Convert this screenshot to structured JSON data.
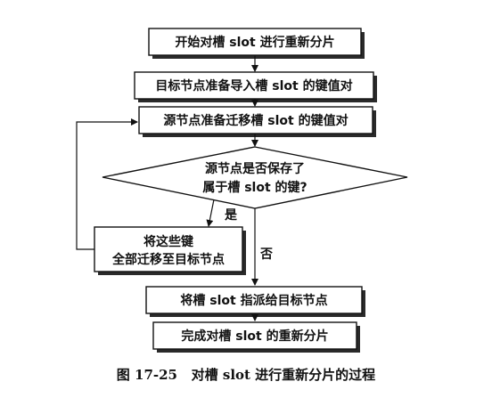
{
  "flowchart": {
    "start": "开始对槽 slot 进行重新分片",
    "target_prepare": "目标节点准备导入槽 slot 的键值对",
    "source_prepare": "源节点准备迁移槽 slot 的键值对",
    "decision_line1": "源节点是否保存了",
    "decision_line2": "属于槽 slot 的键?",
    "yes_label": "是",
    "no_label": "否",
    "migrate_line1": "将这些键",
    "migrate_line2": "全部迁移至目标节点",
    "assign": "将槽 slot 指派给目标节点",
    "finish": "完成对槽 slot 的重新分片"
  },
  "caption": "图 17-25   对槽 slot 进行重新分片的过程"
}
